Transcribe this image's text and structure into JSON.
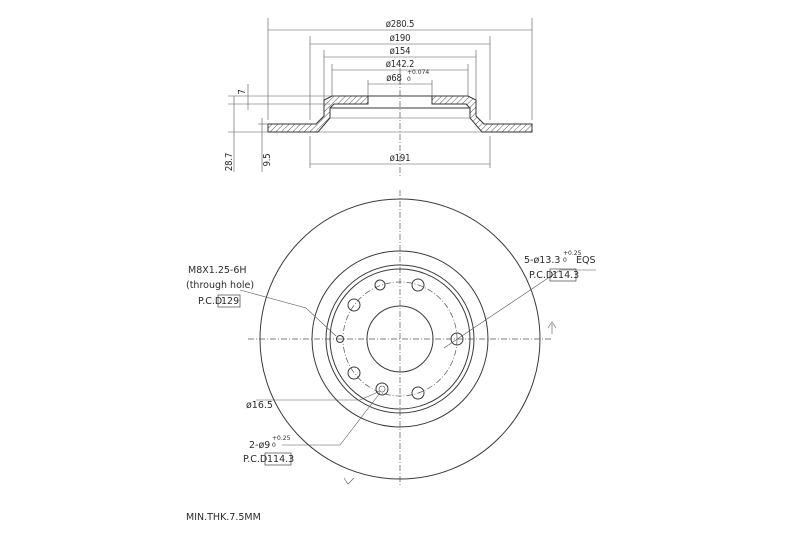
{
  "section_view": {
    "dimensions": {
      "outer_diameter": "ø280.5",
      "d190": "ø190",
      "d154": "ø154",
      "d142": "ø142.2",
      "d68": "ø68",
      "d68_tol_upper": "+0.074",
      "d68_tol_lower": "0",
      "d191": "ø191",
      "height_7": "7",
      "height_28_7": "28.7",
      "thickness_9_5": "9.5"
    }
  },
  "front_view": {
    "thread_note": {
      "line1": "M8X1.25-6H",
      "line2": "(through hole)",
      "pcd_label": "P.C.D",
      "pcd_value": "129"
    },
    "bolt_holes_note": {
      "prefix": "5-ø13.3",
      "tol_upper": "+0.25",
      "tol_lower": "0",
      "suffix": "EQS",
      "pcd_label": "P.C.D",
      "pcd_value": "114.3"
    },
    "pilot_note": {
      "diameter": "ø16.5"
    },
    "pin_holes_note": {
      "prefix": "2-ø9",
      "tol_upper": "+0.25",
      "tol_lower": "0",
      "pcd_label": "P.C.D",
      "pcd_value": "114.3"
    }
  },
  "footer": {
    "min_thickness": "MIN.THK.7.5MM"
  }
}
